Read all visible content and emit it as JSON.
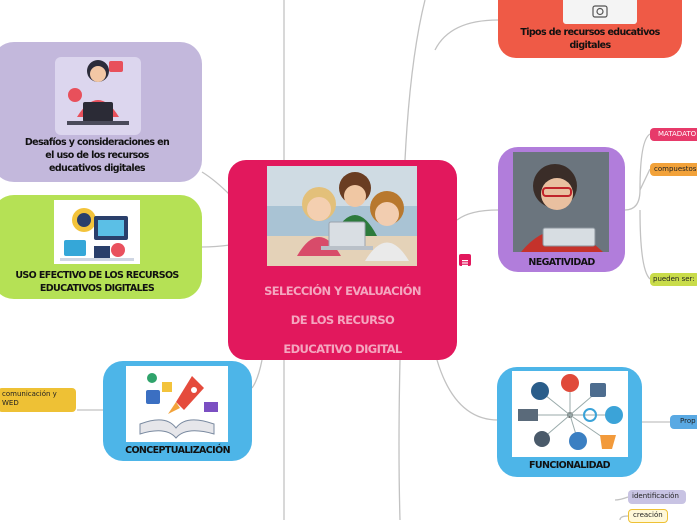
{
  "central": {
    "title_lines": [
      "SELECCIÓN Y EVALUACIÓN",
      "DE LOS RECURSO",
      "EDUCATIVO DIGITAL"
    ],
    "note_icon": "note-icon"
  },
  "nodes": {
    "desafios": {
      "lines": [
        "Desafíos y consideraciones en",
        "el uso de los recursos",
        "educativos digitales"
      ],
      "icon": "woman-laptop-illustration"
    },
    "uso_efectivo": {
      "lines": [
        "USO EFECTIVO DE LOS RECURSOS",
        "EDUCATIVOS DIGITALES"
      ],
      "icon": "digital-education-illustration"
    },
    "conceptualizacion": {
      "label": "CONCEPTUALIZACIÓN",
      "icon": "books-rocket-illustration"
    },
    "tipos": {
      "lines": [
        "Tipos de recursos educativos",
        "digitales"
      ],
      "icon": "camera-icon"
    },
    "negatividad": {
      "label": "NEGATIVIDAD",
      "icon": "child-tablet-photo"
    },
    "funcionalidad": {
      "label": "FUNCIONALIDAD",
      "icon": "network-icons-illustration"
    }
  },
  "tags": {
    "comunicacion": [
      "comunicación y",
      "WED"
    ],
    "matadato": "MATADATO",
    "compuestos": "compuestos",
    "pueden_ser": "pueden ser:",
    "prop": "Prop",
    "identificacion": "identificación",
    "creacion": "creación"
  },
  "colors": {
    "central": "#e2185d",
    "central_text": "#f4a6bf",
    "desafios": "#c3b8dc",
    "uso_efectivo": "#b5e155",
    "conceptualizacion": "#4db5e8",
    "tipos": "#ef5a46",
    "negatividad": "#b17ddb",
    "funcionalidad": "#4db5e8",
    "tag_yellow": "#eec135",
    "tag_orange": "#f2a23a",
    "tag_pink": "#e73a6a",
    "tag_green": "#c9dc4a",
    "tag_blue": "#59a9e3",
    "tag_lavender": "#c8c3e3",
    "line": "#b8b8b8"
  }
}
